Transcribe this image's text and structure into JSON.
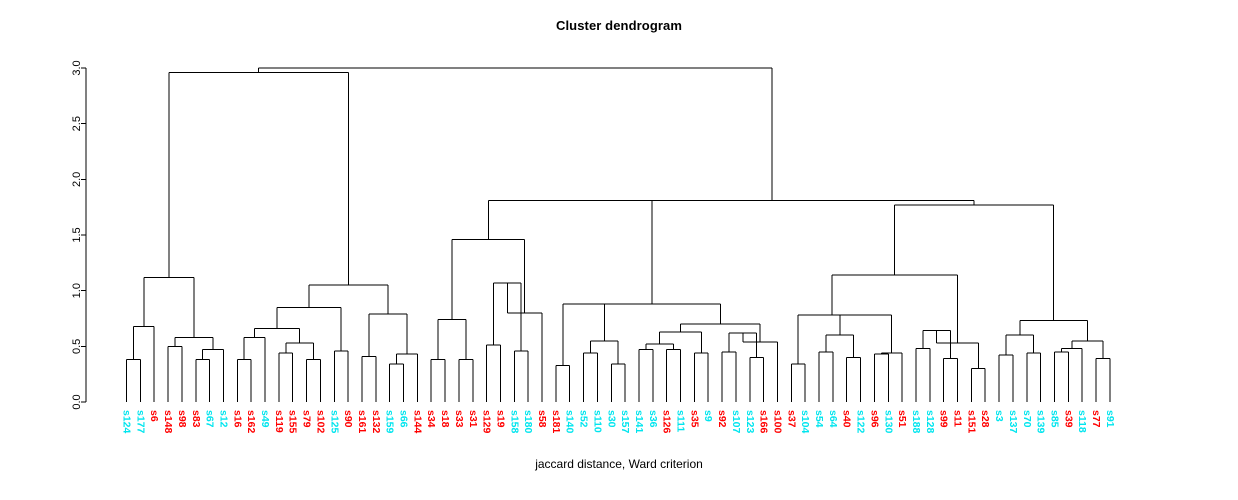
{
  "chart_data": {
    "type": "dendrogram",
    "title": "Cluster dendrogram",
    "xlabel": "jaccard distance, Ward criterion",
    "ylabel": "",
    "ylim": [
      0,
      3.0
    ],
    "yticks": [
      0.0,
      0.5,
      1.0,
      1.5,
      2.0,
      2.5,
      3.0
    ],
    "ytick_labels": [
      "0.0",
      "0.5",
      "1.0",
      "1.5",
      "2.0",
      "2.5",
      "3.0"
    ],
    "grid": false,
    "legend": "none",
    "label_colors": {
      "cyan": "#00e5ee",
      "red": "#ff0000"
    },
    "leaves": [
      {
        "label": "s124",
        "color": "cyan"
      },
      {
        "label": "s177",
        "color": "cyan"
      },
      {
        "label": "s6",
        "color": "red"
      },
      {
        "label": "s148",
        "color": "red"
      },
      {
        "label": "s98",
        "color": "red"
      },
      {
        "label": "s83",
        "color": "red"
      },
      {
        "label": "s67",
        "color": "cyan"
      },
      {
        "label": "s12",
        "color": "cyan"
      },
      {
        "label": "s16",
        "color": "red"
      },
      {
        "label": "s162",
        "color": "red"
      },
      {
        "label": "s49",
        "color": "cyan"
      },
      {
        "label": "s119",
        "color": "red"
      },
      {
        "label": "s155",
        "color": "red"
      },
      {
        "label": "s79",
        "color": "red"
      },
      {
        "label": "s102",
        "color": "red"
      },
      {
        "label": "s125",
        "color": "cyan"
      },
      {
        "label": "s90",
        "color": "red"
      },
      {
        "label": "s161",
        "color": "red"
      },
      {
        "label": "s132",
        "color": "red"
      },
      {
        "label": "s159",
        "color": "cyan"
      },
      {
        "label": "s66",
        "color": "cyan"
      },
      {
        "label": "s144",
        "color": "red"
      },
      {
        "label": "s34",
        "color": "red"
      },
      {
        "label": "s18",
        "color": "red"
      },
      {
        "label": "s33",
        "color": "red"
      },
      {
        "label": "s31",
        "color": "red"
      },
      {
        "label": "s129",
        "color": "red"
      },
      {
        "label": "s19",
        "color": "red"
      },
      {
        "label": "s158",
        "color": "cyan"
      },
      {
        "label": "s180",
        "color": "cyan"
      },
      {
        "label": "s58",
        "color": "red"
      },
      {
        "label": "s181",
        "color": "red"
      },
      {
        "label": "s140",
        "color": "cyan"
      },
      {
        "label": "s52",
        "color": "cyan"
      },
      {
        "label": "s110",
        "color": "cyan"
      },
      {
        "label": "s30",
        "color": "cyan"
      },
      {
        "label": "s157",
        "color": "cyan"
      },
      {
        "label": "s141",
        "color": "cyan"
      },
      {
        "label": "s36",
        "color": "cyan"
      },
      {
        "label": "s126",
        "color": "red"
      },
      {
        "label": "s111",
        "color": "cyan"
      },
      {
        "label": "s35",
        "color": "red"
      },
      {
        "label": "s9",
        "color": "cyan"
      },
      {
        "label": "s92",
        "color": "red"
      },
      {
        "label": "s107",
        "color": "cyan"
      },
      {
        "label": "s123",
        "color": "cyan"
      },
      {
        "label": "s166",
        "color": "red"
      },
      {
        "label": "s100",
        "color": "red"
      },
      {
        "label": "s37",
        "color": "red"
      },
      {
        "label": "s104",
        "color": "cyan"
      },
      {
        "label": "s54",
        "color": "cyan"
      },
      {
        "label": "s64",
        "color": "cyan"
      },
      {
        "label": "s40",
        "color": "red"
      },
      {
        "label": "s122",
        "color": "cyan"
      },
      {
        "label": "s96",
        "color": "red"
      },
      {
        "label": "s130",
        "color": "cyan"
      },
      {
        "label": "s51",
        "color": "red"
      },
      {
        "label": "s188",
        "color": "cyan"
      },
      {
        "label": "s128",
        "color": "cyan"
      },
      {
        "label": "s99",
        "color": "red"
      },
      {
        "label": "s11",
        "color": "red"
      },
      {
        "label": "s151",
        "color": "red"
      },
      {
        "label": "s28",
        "color": "red"
      },
      {
        "label": "s3",
        "color": "cyan"
      },
      {
        "label": "s137",
        "color": "cyan"
      },
      {
        "label": "s70",
        "color": "cyan"
      },
      {
        "label": "s139",
        "color": "cyan"
      },
      {
        "label": "s85",
        "color": "cyan"
      },
      {
        "label": "s39",
        "color": "red"
      },
      {
        "label": "s118",
        "color": "cyan"
      },
      {
        "label": "s77",
        "color": "red"
      },
      {
        "label": "s91",
        "color": "cyan"
      }
    ],
    "merges": [
      {
        "id": "m1",
        "left": {
          "leaf": 0
        },
        "right": {
          "leaf": 1
        },
        "height": 0.38
      },
      {
        "id": "m2",
        "left": {
          "node": "m1"
        },
        "right": {
          "leaf": 2
        },
        "height": 0.68
      },
      {
        "id": "m3",
        "left": {
          "leaf": 3
        },
        "right": {
          "leaf": 4
        },
        "height": 0.5
      },
      {
        "id": "m4",
        "left": {
          "leaf": 5
        },
        "right": {
          "leaf": 6
        },
        "height": 0.38
      },
      {
        "id": "m5",
        "left": {
          "node": "m4"
        },
        "right": {
          "leaf": 7
        },
        "height": 0.47
      },
      {
        "id": "m6",
        "left": {
          "node": "m3"
        },
        "right": {
          "node": "m5"
        },
        "height": 0.58
      },
      {
        "id": "m7",
        "left": {
          "node": "m2"
        },
        "right": {
          "node": "m6"
        },
        "height": 1.12
      },
      {
        "id": "m8",
        "left": {
          "leaf": 8
        },
        "right": {
          "leaf": 9
        },
        "height": 0.38
      },
      {
        "id": "m9",
        "left": {
          "node": "m8"
        },
        "right": {
          "leaf": 10
        },
        "height": 0.58
      },
      {
        "id": "m10",
        "left": {
          "leaf": 11
        },
        "right": {
          "leaf": 12
        },
        "height": 0.44
      },
      {
        "id": "m11",
        "left": {
          "leaf": 13
        },
        "right": {
          "leaf": 14
        },
        "height": 0.38
      },
      {
        "id": "m12",
        "left": {
          "node": "m10"
        },
        "right": {
          "node": "m11"
        },
        "height": 0.53
      },
      {
        "id": "m13",
        "left": {
          "node": "m9"
        },
        "right": {
          "node": "m12"
        },
        "height": 0.66
      },
      {
        "id": "m14",
        "left": {
          "leaf": 15
        },
        "right": {
          "leaf": 16
        },
        "height": 0.46
      },
      {
        "id": "m15",
        "left": {
          "node": "m13"
        },
        "right": {
          "node": "m14"
        },
        "height": 0.85
      },
      {
        "id": "m16",
        "left": {
          "leaf": 17
        },
        "right": {
          "leaf": 18
        },
        "height": 0.41
      },
      {
        "id": "m17",
        "left": {
          "leaf": 19
        },
        "right": {
          "leaf": 20
        },
        "height": 0.34
      },
      {
        "id": "m18",
        "left": {
          "node": "m17"
        },
        "right": {
          "leaf": 21
        },
        "height": 0.43
      },
      {
        "id": "m19",
        "left": {
          "node": "m16"
        },
        "right": {
          "node": "m18"
        },
        "height": 0.79
      },
      {
        "id": "m20",
        "left": {
          "node": "m15"
        },
        "right": {
          "node": "m19"
        },
        "height": 1.05
      },
      {
        "id": "m21",
        "left": {
          "node": "m7"
        },
        "right": {
          "node": "m20"
        },
        "height": 2.96
      },
      {
        "id": "m22",
        "left": {
          "leaf": 22
        },
        "right": {
          "leaf": 23
        },
        "height": 0.38
      },
      {
        "id": "m23",
        "left": {
          "leaf": 24
        },
        "right": {
          "leaf": 25
        },
        "height": 0.38
      },
      {
        "id": "m24",
        "left": {
          "node": "m22"
        },
        "right": {
          "node": "m23"
        },
        "height": 0.74
      },
      {
        "id": "m25",
        "left": {
          "leaf": 26
        },
        "right": {
          "leaf": 27
        },
        "height": 0.51
      },
      {
        "id": "m26",
        "left": {
          "leaf": 28
        },
        "right": {
          "leaf": 29
        },
        "height": 0.46
      },
      {
        "id": "m27",
        "left": {
          "node": "m25"
        },
        "right": {
          "node": "m26"
        },
        "height": 1.07
      },
      {
        "id": "m28",
        "left": {
          "node": "m27"
        },
        "right": {
          "leaf": 30
        },
        "height": 0.8
      },
      {
        "id": "m29",
        "left": {
          "node": "m24"
        },
        "right": {
          "node": "m28"
        },
        "height": 1.46
      },
      {
        "id": "m30",
        "left": {
          "leaf": 31
        },
        "right": {
          "leaf": 32
        },
        "height": 0.33
      },
      {
        "id": "m31",
        "left": {
          "leaf": 33
        },
        "right": {
          "leaf": 34
        },
        "height": 0.44
      },
      {
        "id": "m32",
        "left": {
          "leaf": 35
        },
        "right": {
          "leaf": 36
        },
        "height": 0.34
      },
      {
        "id": "m33",
        "left": {
          "node": "m31"
        },
        "right": {
          "node": "m32"
        },
        "height": 0.55
      },
      {
        "id": "m34",
        "left": {
          "node": "m30"
        },
        "right": {
          "node": "m33"
        },
        "height": 0.88
      },
      {
        "id": "m35",
        "left": {
          "leaf": 37
        },
        "right": {
          "leaf": 38
        },
        "height": 0.47
      },
      {
        "id": "m36",
        "left": {
          "leaf": 39
        },
        "right": {
          "leaf": 40
        },
        "height": 0.47
      },
      {
        "id": "m37",
        "left": {
          "node": "m35"
        },
        "right": {
          "node": "m36"
        },
        "height": 0.52
      },
      {
        "id": "m38",
        "left": {
          "leaf": 41
        },
        "right": {
          "leaf": 42
        },
        "height": 0.44
      },
      {
        "id": "m39",
        "left": {
          "node": "m37"
        },
        "right": {
          "node": "m38"
        },
        "height": 0.63
      },
      {
        "id": "m40",
        "left": {
          "leaf": 43
        },
        "right": {
          "leaf": 44
        },
        "height": 0.45
      },
      {
        "id": "m41",
        "left": {
          "leaf": 45
        },
        "right": {
          "leaf": 46
        },
        "height": 0.4
      },
      {
        "id": "m42",
        "left": {
          "node": "m40"
        },
        "right": {
          "node": "m41"
        },
        "height": 0.62
      },
      {
        "id": "m43",
        "left": {
          "node": "m42"
        },
        "right": {
          "leaf": 47
        },
        "height": 0.54
      },
      {
        "id": "m44",
        "left": {
          "node": "m39"
        },
        "right": {
          "node": "m43"
        },
        "height": 0.7
      },
      {
        "id": "m45",
        "left": {
          "node": "m34"
        },
        "right": {
          "node": "m44"
        },
        "height": 0.88
      },
      {
        "id": "m46",
        "left": {
          "node": "m29"
        },
        "right": {
          "node": "m45"
        },
        "height": 1.81
      },
      {
        "id": "m47",
        "left": {
          "leaf": 48
        },
        "right": {
          "leaf": 49
        },
        "height": 0.34
      },
      {
        "id": "m48",
        "left": {
          "leaf": 50
        },
        "right": {
          "leaf": 51
        },
        "height": 0.45
      },
      {
        "id": "m49",
        "left": {
          "leaf": 52
        },
        "right": {
          "leaf": 53
        },
        "height": 0.4
      },
      {
        "id": "m50",
        "left": {
          "node": "m48"
        },
        "right": {
          "node": "m49"
        },
        "height": 0.6
      },
      {
        "id": "m51",
        "left": {
          "leaf": 54
        },
        "right": {
          "leaf": 55
        },
        "height": 0.43
      },
      {
        "id": "m52",
        "left": {
          "node": "m51"
        },
        "right": {
          "leaf": 56
        },
        "height": 0.44
      },
      {
        "id": "m53",
        "left": {
          "node": "m50"
        },
        "right": {
          "node": "m52"
        },
        "height": 0.78
      },
      {
        "id": "m54",
        "left": {
          "node": "m47"
        },
        "right": {
          "node": "m53"
        },
        "height": 0.78
      },
      {
        "id": "m55",
        "left": {
          "leaf": 57
        },
        "right": {
          "leaf": 58
        },
        "height": 0.48
      },
      {
        "id": "m56",
        "left": {
          "leaf": 59
        },
        "right": {
          "leaf": 60
        },
        "height": 0.39
      },
      {
        "id": "m57",
        "left": {
          "node": "m55"
        },
        "right": {
          "node": "m56"
        },
        "height": 0.64
      },
      {
        "id": "m58",
        "left": {
          "leaf": 61
        },
        "right": {
          "leaf": 62
        },
        "height": 0.3
      },
      {
        "id": "m59",
        "left": {
          "node": "m57"
        },
        "right": {
          "node": "m58"
        },
        "height": 0.53
      },
      {
        "id": "m60",
        "left": {
          "node": "m54"
        },
        "right": {
          "node": "m59"
        },
        "height": 1.14
      },
      {
        "id": "m61",
        "left": {
          "leaf": 63
        },
        "right": {
          "leaf": 64
        },
        "height": 0.42
      },
      {
        "id": "m62",
        "left": {
          "leaf": 65
        },
        "right": {
          "leaf": 66
        },
        "height": 0.44
      },
      {
        "id": "m63",
        "left": {
          "node": "m61"
        },
        "right": {
          "node": "m62"
        },
        "height": 0.6
      },
      {
        "id": "m64",
        "left": {
          "leaf": 67
        },
        "right": {
          "leaf": 68
        },
        "height": 0.45
      },
      {
        "id": "m65",
        "left": {
          "node": "m64"
        },
        "right": {
          "leaf": 69
        },
        "height": 0.48
      },
      {
        "id": "m66",
        "left": {
          "leaf": 70
        },
        "right": {
          "leaf": 71
        },
        "height": 0.39
      },
      {
        "id": "m67",
        "left": {
          "node": "m65"
        },
        "right": {
          "node": "m66"
        },
        "height": 0.55
      },
      {
        "id": "m68",
        "left": {
          "node": "m63"
        },
        "right": {
          "node": "m67"
        },
        "height": 0.73
      },
      {
        "id": "m69",
        "left": {
          "node": "m60"
        },
        "right": {
          "node": "m68"
        },
        "height": 1.77
      },
      {
        "id": "m70",
        "left": {
          "node": "m46"
        },
        "right": {
          "node": "m69"
        },
        "height": 1.81
      },
      {
        "id": "root",
        "left": {
          "node": "m21"
        },
        "right": {
          "node": "m70"
        },
        "height": 3.0
      }
    ]
  },
  "plot": {
    "axis_color": "#000000",
    "line_color": "#000000",
    "background": "#ffffff"
  }
}
